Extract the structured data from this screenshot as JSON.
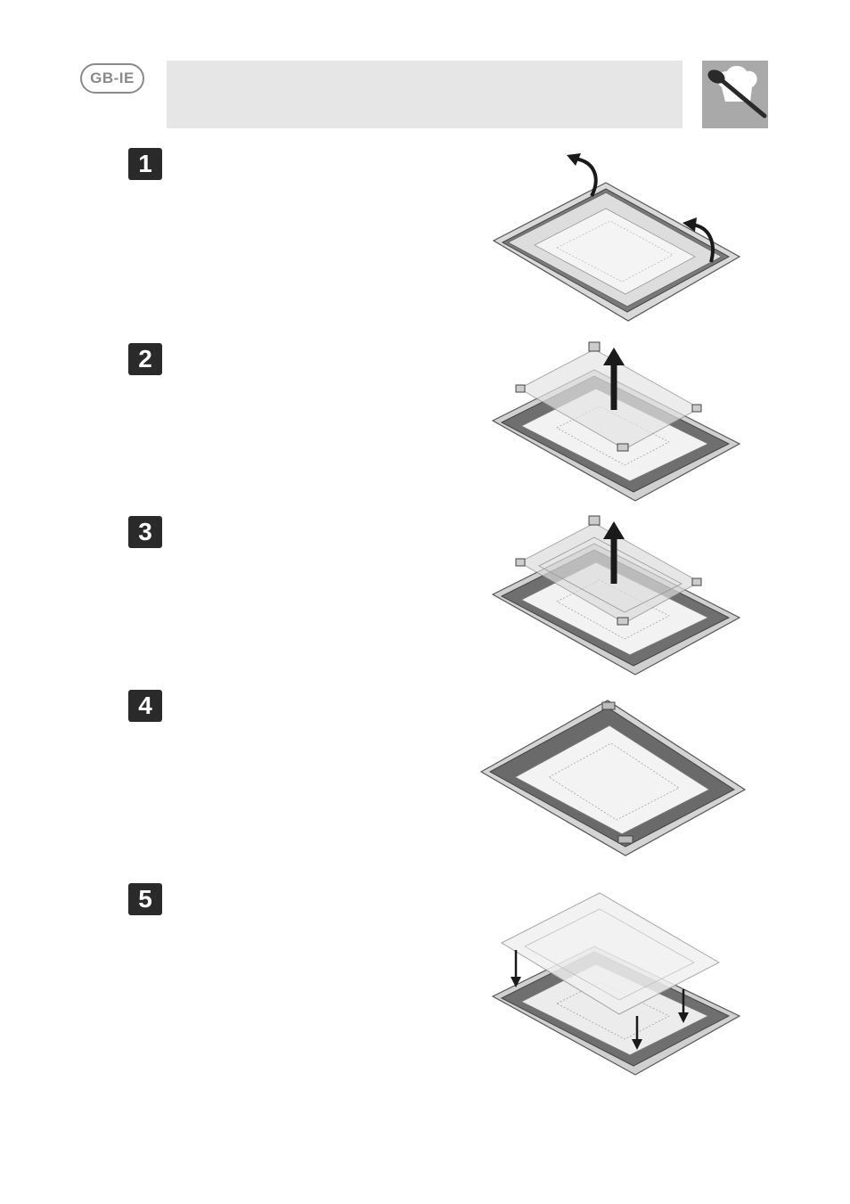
{
  "header": {
    "region_badge": "GB-IE",
    "icon": "spoon-chef-hat-icon"
  },
  "steps": [
    {
      "number": "1",
      "illustration": "door-glass-unclip-icon"
    },
    {
      "number": "2",
      "illustration": "outer-glass-lift-icon"
    },
    {
      "number": "3",
      "illustration": "middle-glass-lift-icon"
    },
    {
      "number": "4",
      "illustration": "door-frame-icon"
    },
    {
      "number": "5",
      "illustration": "glass-reinsert-icon"
    }
  ],
  "colors": {
    "header_bar": "#e6e6e6",
    "header_icon_bg": "#a9a9a9",
    "step_badge": "#2a2a2a",
    "badge_outline": "#8a8a8a"
  }
}
